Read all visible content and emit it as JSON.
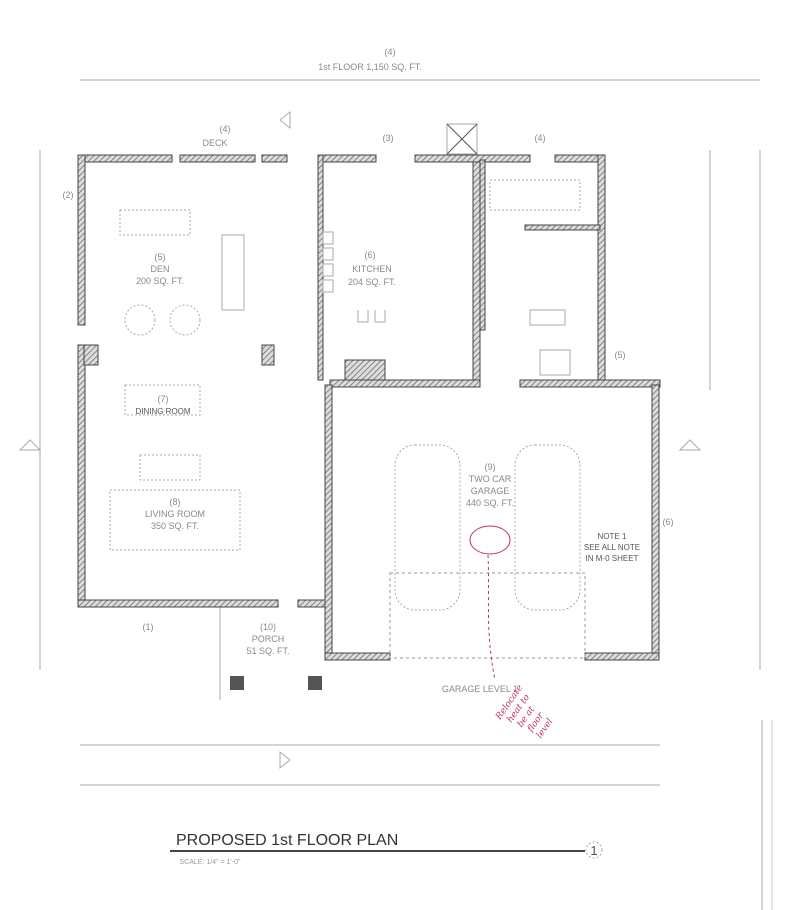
{
  "plan": {
    "floor_area_tag": "(4)",
    "floor_area_label": "1st FLOOR 1,150 SQ. FT.",
    "rooms": {
      "deck": {
        "tag": "(4)",
        "name": "DECK"
      },
      "den": {
        "tag": "(5)",
        "name": "DEN",
        "area": "200 SQ. FT."
      },
      "kitchen": {
        "tag": "(6)",
        "name": "KITCHEN",
        "area": "204 SQ. FT."
      },
      "dining": {
        "tag": "(7)",
        "name": "DINING ROOM"
      },
      "living": {
        "tag": "(8)",
        "name": "LIVING ROOM",
        "area": "350 SQ. FT."
      },
      "garage": {
        "tag": "(9)",
        "name": "TWO CAR",
        "name2": "GARAGE",
        "area": "440 SQ. FT."
      },
      "porch": {
        "tag": "(10)",
        "name": "PORCH",
        "area": "51 SQ. FT."
      },
      "garage_level": "GARAGE LEVEL 1"
    },
    "keynotes": [
      "(1)",
      "(2)",
      "(3)",
      "(4)",
      "(5)",
      "(6)"
    ],
    "note": {
      "line1": "NOTE 1",
      "line2": "SEE ALL NOTE",
      "line3": "IN M-0 SHEET"
    },
    "handwritten_note": [
      "Relocate",
      "heat to",
      "be at",
      "floor",
      "level"
    ]
  },
  "footer": {
    "title": "PROPOSED 1st FLOOR PLAN",
    "sheet_number": "1",
    "scale": "SCALE: 1/4\" = 1'-0\""
  },
  "colors": {
    "ink": "#444444",
    "handwriting": "#c0306a"
  }
}
